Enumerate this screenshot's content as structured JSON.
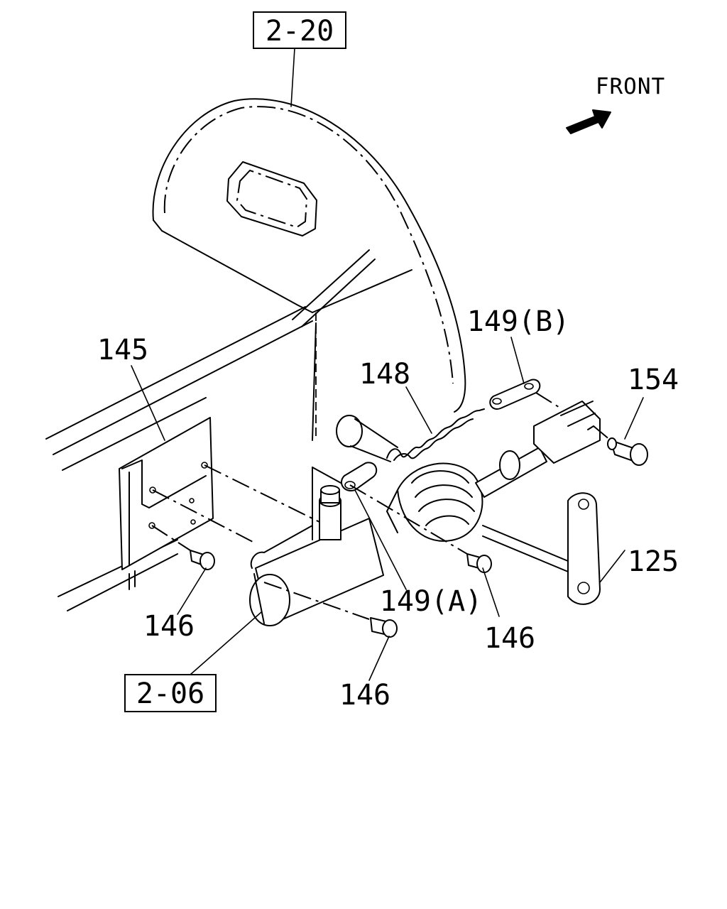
{
  "orientation": {
    "label": "FRONT",
    "icon": "front-arrow-icon"
  },
  "ref_boxes": [
    "2-20",
    "2-06"
  ],
  "callouts": {
    "c145": "145",
    "c148": "148",
    "c149b": "149(B)",
    "c154": "154",
    "c125": "125",
    "c149a": "149(A)",
    "c146_left": "146",
    "c146_right": "146",
    "c146_bottom": "146"
  }
}
